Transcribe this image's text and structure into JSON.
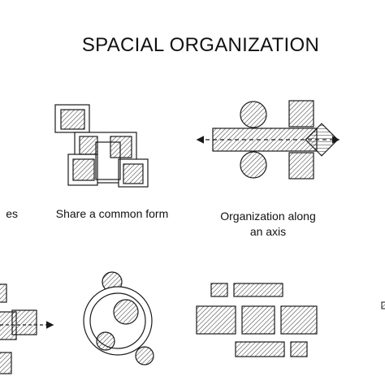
{
  "title": "SPACIAL ORGANIZATION",
  "captions": {
    "left_partial": "es",
    "common_form": "Share a common form",
    "axis_line1": "Organization along",
    "axis_line2": "an axis"
  },
  "colors": {
    "stroke": "#1a1a1a",
    "hatch": "#1a1a1a",
    "background": "#ffffff"
  }
}
